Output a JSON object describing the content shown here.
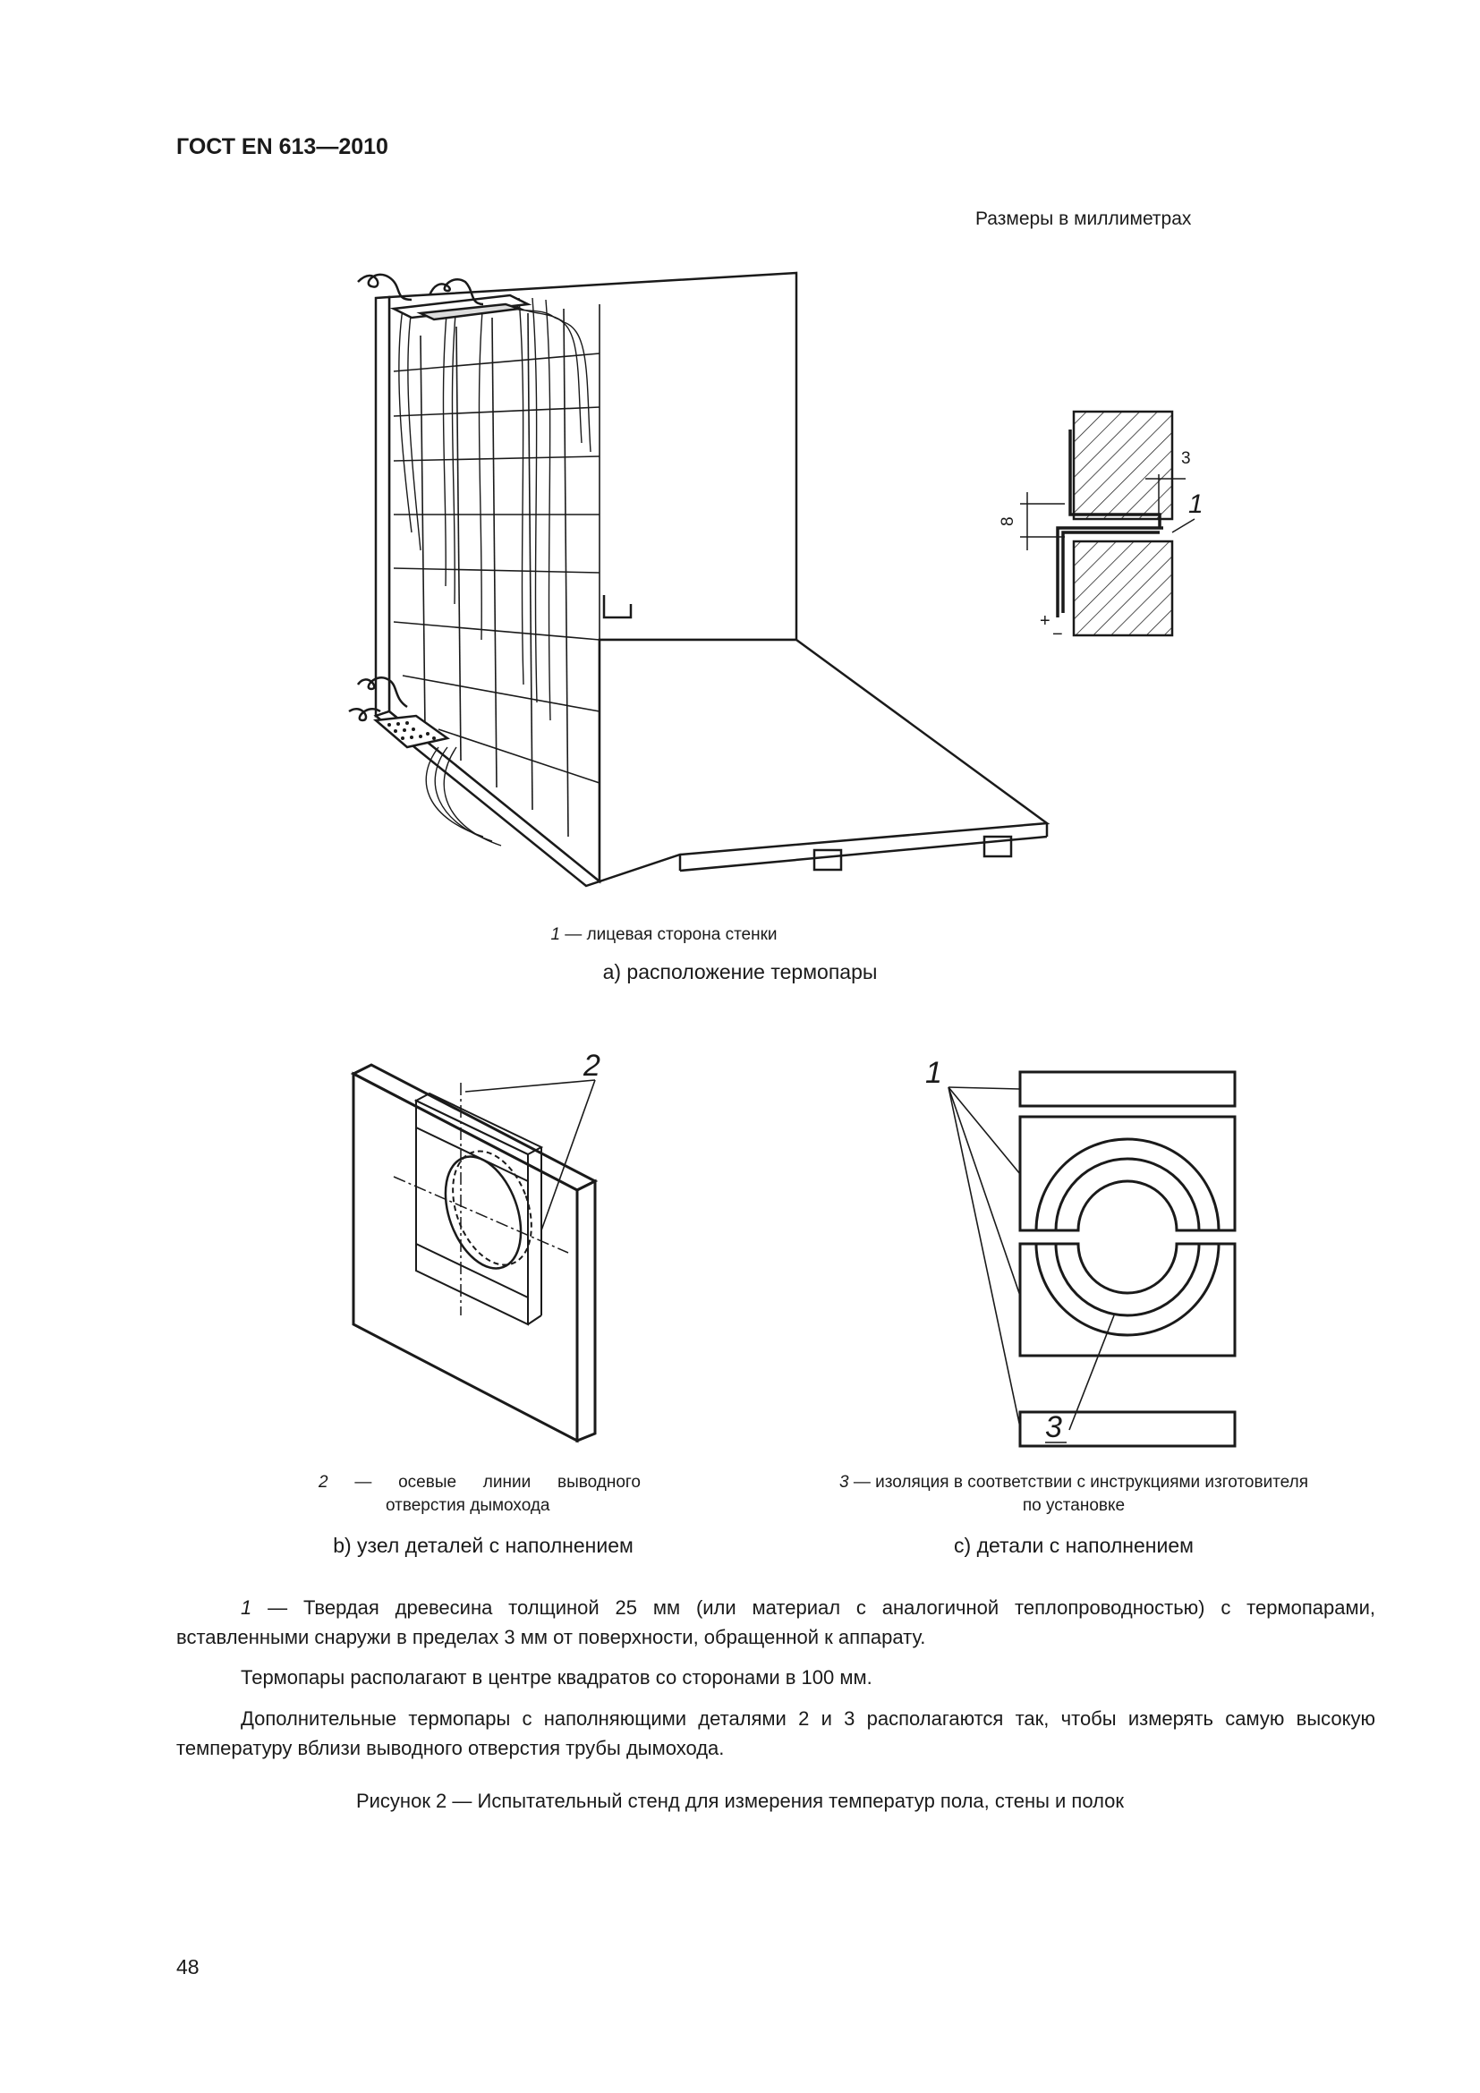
{
  "header": {
    "doc_id": "ГОСТ EN 613—2010"
  },
  "units_note": "Размеры в миллиметрах",
  "figure_a": {
    "legend_num": "1",
    "legend_text": " — лицевая сторона стенки",
    "caption": "а) расположение термопары",
    "detail": {
      "dim_3": "3",
      "dim_8": "8",
      "label_1": "1",
      "plus": "+",
      "minus": "−"
    }
  },
  "figure_b": {
    "label_2": "2",
    "legend_num": "2",
    "legend_line1": " —   осевые   линии   выводного",
    "legend_line2": "отверстия дымохода",
    "caption": "b) узел деталей с наполнением"
  },
  "figure_c": {
    "label_1": "1",
    "label_3": "3",
    "legend_num": "3",
    "legend_line1": " — изоляция в соответствии с инструкциями изготовителя",
    "legend_line2": "по установке",
    "caption": "с) детали с наполнением"
  },
  "paragraphs": {
    "p1_num": "1",
    "p1_text": " — Твердая древесина толщиной 25 мм (или материал с аналогичной теплопроводностью) с термопарами, вставленными снаружи в пределах 3 мм от поверхности, обращенной к аппарату.",
    "p2": "Термопары располагают в центре квадратов со сторонами в 100 мм.",
    "p3": "Дополнительные термопары с наполняющими деталями 2 и 3 располагаются так, чтобы измерять самую высокую температуру вблизи выводного отверстия трубы дымохода."
  },
  "figure_title": "Рисунок 2 — Испытательный стенд для измерения температур пола, стены и полок",
  "page_number": "48"
}
